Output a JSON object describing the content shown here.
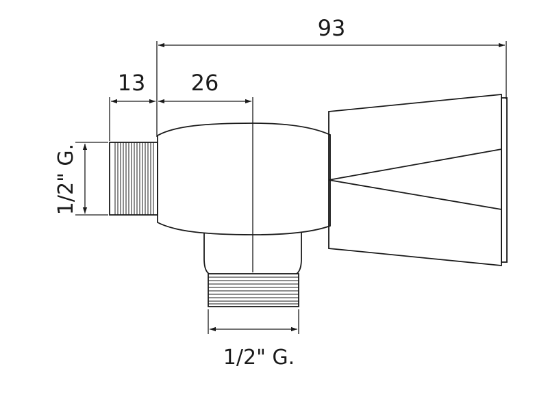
{
  "dimensions": {
    "overall_length": "93",
    "inlet_thread_length": "13",
    "body_to_outlet_center": "26",
    "inlet_thread_size": "1/2\" G.",
    "outlet_thread_size": "1/2\" G."
  },
  "colors": {
    "line": "#1a1a1a",
    "background": "#ffffff"
  }
}
